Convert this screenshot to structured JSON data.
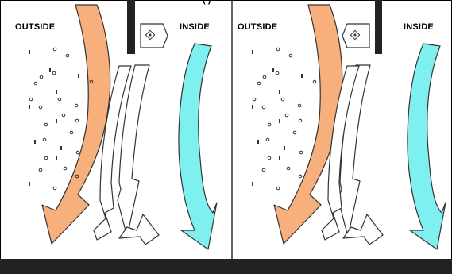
{
  "colors": {
    "warm_air": "#f7b07c",
    "cool_air": "#7ff0f0",
    "exchange_air": "#ffffff",
    "outline": "#333333",
    "wall": "#222222",
    "floor": "#222222"
  },
  "top_caption": "(      )",
  "panels": [
    {
      "outside_label": "OUTSIDE",
      "inside_label": "INSIDE",
      "fan_icon": "fan-icon"
    },
    {
      "outside_label": "OUTSIDE",
      "inside_label": "INSIDE",
      "fan_icon": "fan-icon"
    }
  ]
}
